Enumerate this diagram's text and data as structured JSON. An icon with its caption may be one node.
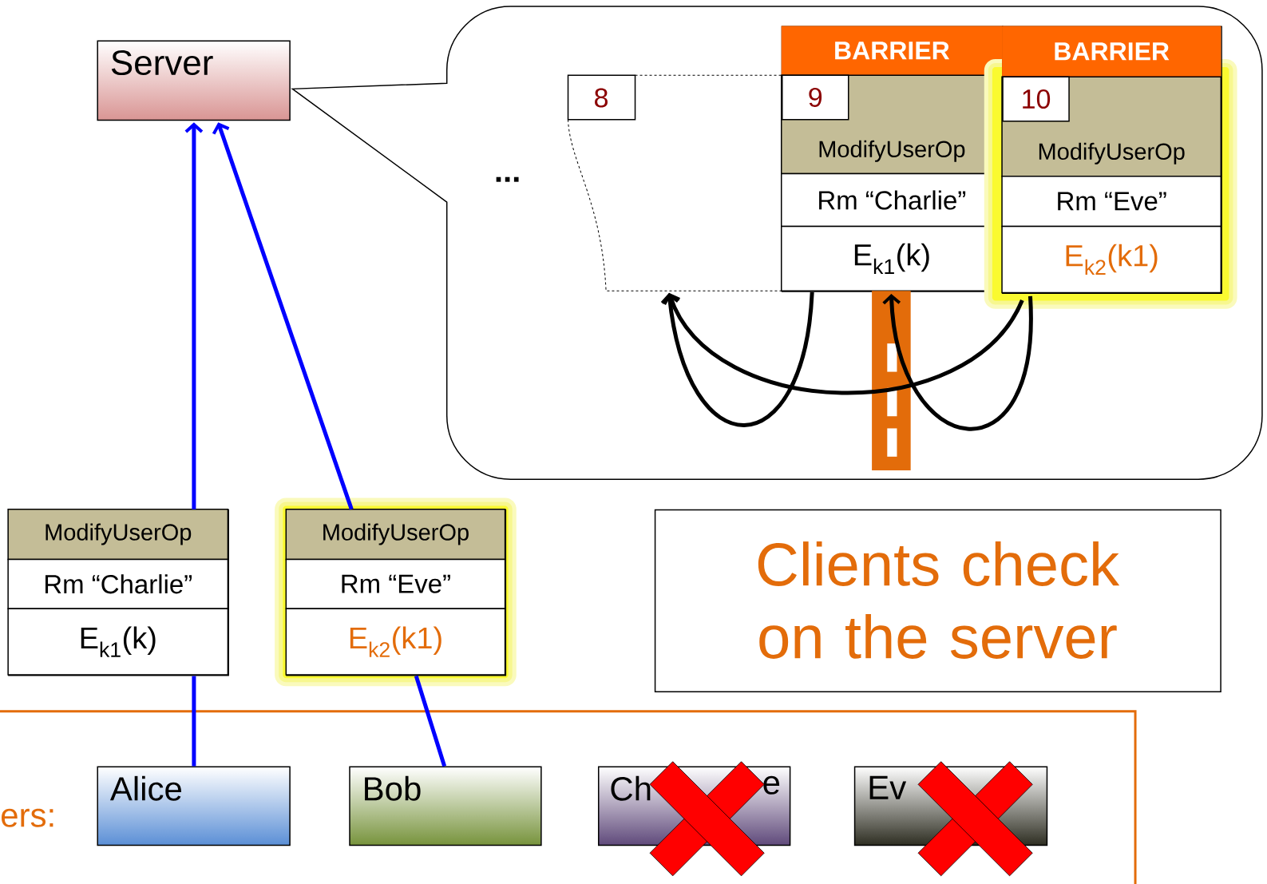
{
  "diagram": {
    "nodes": [
      {
        "text": [
          "Server"
        ]
      },
      {
        "text": [],
        "shape": "callout"
      },
      {
        "text": [
          "8"
        ],
        "in": 1
      },
      {
        "text": [
          "BARRIER",
          "9",
          "ModifyUserOp",
          "Rm “Charlie”",
          "E$_{k1}$(k)"
        ],
        "in": 1
      },
      {
        "text": [
          "BARRIER",
          "10",
          "ModifyUserOp",
          "Rm “Eve”",
          "E$_{k2}$(k1)"
        ],
        "in": 1
      },
      {
        "text": [
          "ModifyUserOp",
          "Rm “Charlie”",
          "E$_{k1}$(k)"
        ]
      },
      {
        "text": [
          "ModifyUserOp",
          "Rm “Eve”",
          "E$_{k2}$(k1)"
        ]
      },
      {
        "text": [
          "Clients check on the server"
        ]
      },
      {
        "text": [
          "ers:"
        ]
      },
      {
        "text": [
          "Alice"
        ],
        "in": 8
      },
      {
        "text": [
          "Bob"
        ],
        "in": 8
      },
      {
        "text": [
          "Ch",
          "e"
        ],
        "in": 8
      },
      {
        "text": [
          "Ev"
        ],
        "in": 8
      }
    ],
    "edges": [
      {
        "from": 5,
        "to": 0,
        "arrow": "to",
        "color": "#0000ff"
      },
      {
        "from": 9,
        "to": 5,
        "arrow": "none",
        "color": "#0000ff"
      },
      {
        "from": 6,
        "to": 0,
        "arrow": "to",
        "color": "#0000ff"
      },
      {
        "from": 10,
        "to": 6,
        "arrow": "none",
        "color": "#0000ff"
      },
      {
        "from": 3,
        "to": 2,
        "arrow": "to",
        "color": "#000000"
      },
      {
        "from": 4,
        "to": 2,
        "arrow": "to",
        "color": "#000000"
      },
      {
        "from": 4,
        "to": 3,
        "arrow": "to",
        "color": "#000000"
      }
    ],
    "labels": [
      "..."
    ]
  }
}
